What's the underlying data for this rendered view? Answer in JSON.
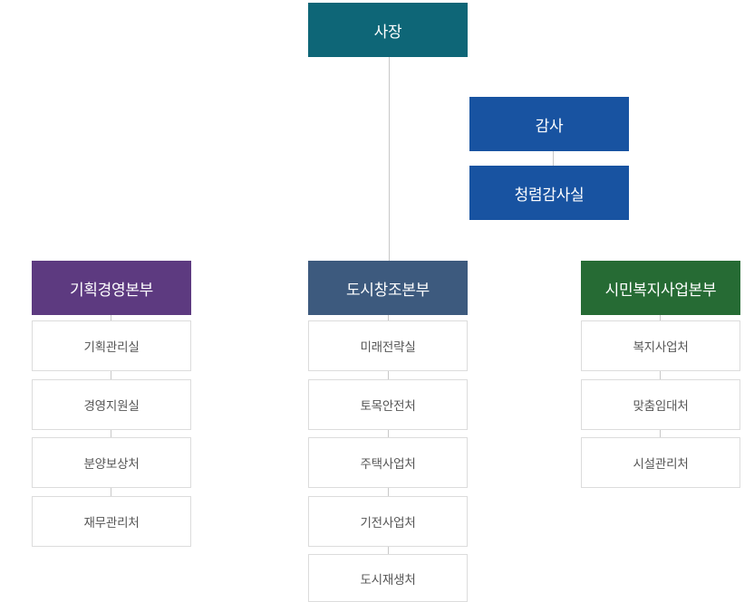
{
  "colors": {
    "top": "#0e6677",
    "audit": "#1853a1",
    "planning": "#5d3a80",
    "urban": "#3d5a7e",
    "welfare": "#266b34",
    "line": "#c8c8c8",
    "sub_border": "#dcdcdc"
  },
  "org": {
    "president": "사장",
    "audit": "감사",
    "integrity_audit": "청렴감사실",
    "planning": {
      "title": "기획경영본부",
      "items": [
        "기획관리실",
        "경영지원실",
        "분양보상처",
        "재무관리처"
      ]
    },
    "urban": {
      "title": "도시창조본부",
      "items": [
        "미래전략실",
        "토목안전처",
        "주택사업처",
        "기전사업처",
        "도시재생처"
      ]
    },
    "welfare": {
      "title": "시민복지사업본부",
      "items": [
        "복지사업처",
        "맞춤임대처",
        "시설관리처"
      ]
    }
  }
}
